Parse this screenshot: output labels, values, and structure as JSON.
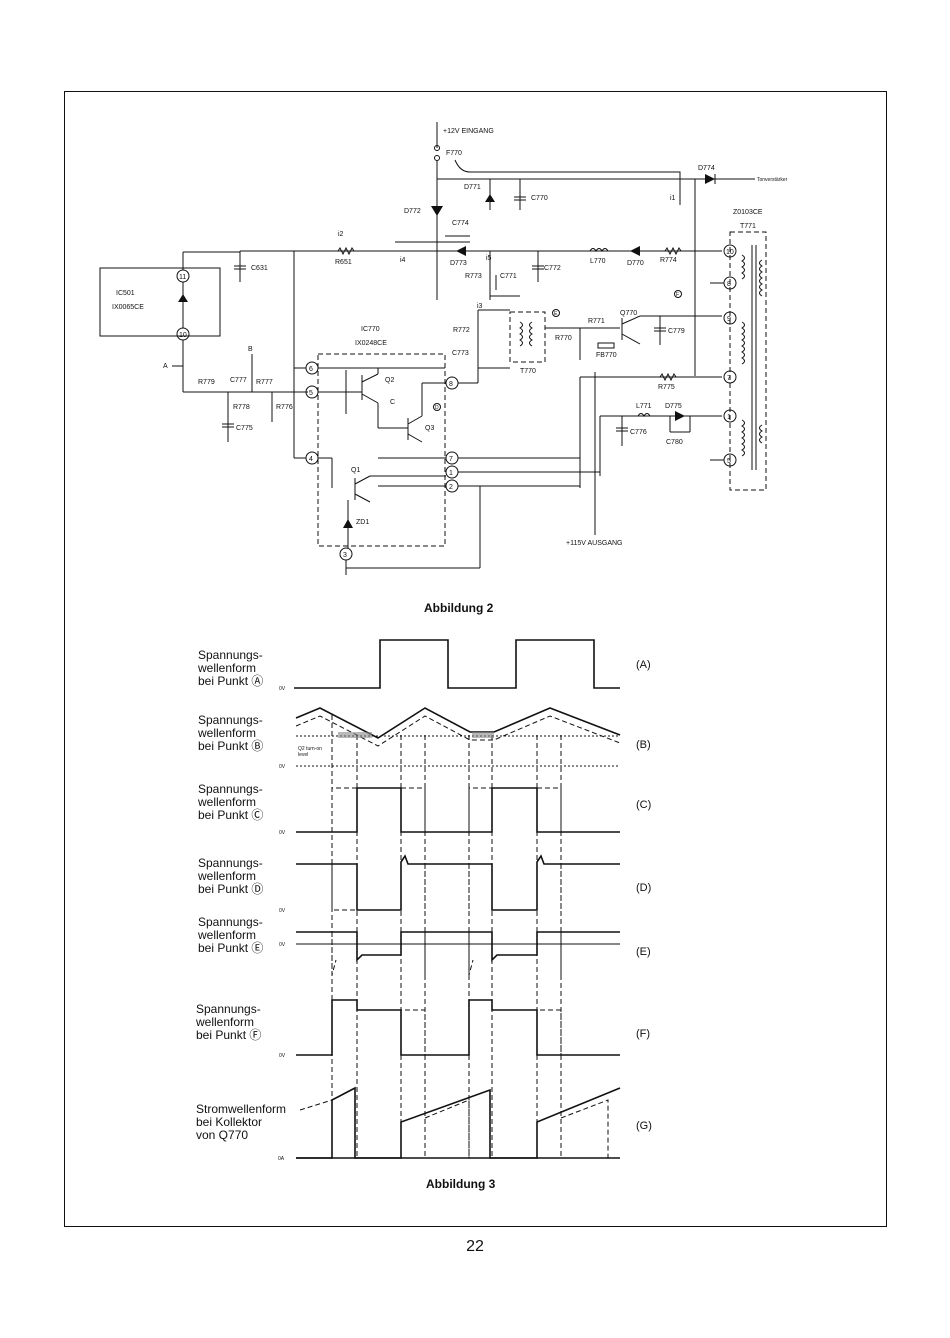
{
  "page_number": "22",
  "figure2": {
    "caption": "Abbildung 2",
    "labels": {
      "input": "+12V EINGANG",
      "output": "+115V AUSGANG",
      "tonverstaerker": "Tonverstärker",
      "f770": "F770",
      "d774": "D774",
      "d771": "D771",
      "c770": "C770",
      "d772": "D772",
      "c774": "C774",
      "i1": "i1",
      "i2": "i2",
      "i3": "i3",
      "i4": "i4",
      "i5": "i5",
      "r651": "R651",
      "c631": "C631",
      "d773": "D773",
      "r773": "R773",
      "c771": "C771",
      "c772": "C772",
      "l770": "L770",
      "d770": "D770",
      "r774": "R774",
      "z0103ce": "Z0103CE",
      "t771": "T771",
      "ic501": "IC501",
      "ix0065ce": "IX0065CE",
      "ic770": "IC770",
      "ix0248ce": "IX0248CE",
      "r772": "R772",
      "c773": "C773",
      "t770": "T770",
      "r771": "R771",
      "q770": "Q770",
      "c779": "C779",
      "r770": "R770",
      "fb770": "FB770",
      "r775": "R775",
      "l771": "L771",
      "d775": "D775",
      "c776": "C776",
      "c780": "C780",
      "r779": "R779",
      "c777": "C777",
      "r777": "R777",
      "r778": "R778",
      "r776": "R776",
      "c775": "C775",
      "q1": "Q1",
      "q2": "Q2",
      "q3": "Q3",
      "zd1": "ZD1",
      "pt_a": "A",
      "pt_b": "B",
      "pt_c": "C",
      "pt_d": "D",
      "pt_e": "E",
      "pt_f": "F"
    },
    "pins": [
      "11",
      "10",
      "6",
      "5",
      "4",
      "8",
      "7",
      "1",
      "2",
      "3",
      "10",
      "8",
      "9",
      "7",
      "1",
      "5"
    ]
  },
  "figure3": {
    "caption": "Abbildung 3",
    "q2_note_1": "Q2 turn-on",
    "q2_note_2": "level",
    "rows": [
      {
        "l1": "Spannungs-",
        "l2": "wellenform",
        "l3": "bei Punkt Ⓐ",
        "zero": "0V",
        "tag": "(A)"
      },
      {
        "l1": "Spannungs-",
        "l2": "wellenform",
        "l3": "bei Punkt Ⓑ",
        "zero": "0V",
        "tag": "(B)"
      },
      {
        "l1": "Spannungs-",
        "l2": "wellenform",
        "l3": "bei Punkt Ⓒ",
        "zero": "0V",
        "tag": "(C)"
      },
      {
        "l1": "Spannungs-",
        "l2": "wellenform",
        "l3": "bei Punkt Ⓓ",
        "zero": "0V",
        "tag": "(D)"
      },
      {
        "l1": "Spannungs-",
        "l2": "wellenform",
        "l3": "bei Punkt Ⓔ",
        "zero": "0V",
        "tag": "(E)"
      },
      {
        "l1": "Spannungs-",
        "l2": "wellenform",
        "l3": "bei Punkt Ⓕ",
        "zero": "0V",
        "tag": "(F)"
      },
      {
        "l1": "Stromwellenform",
        "l2": "bei Kollektor",
        "l3": "von Q770",
        "zero": "0A",
        "tag": "(G)"
      }
    ]
  }
}
